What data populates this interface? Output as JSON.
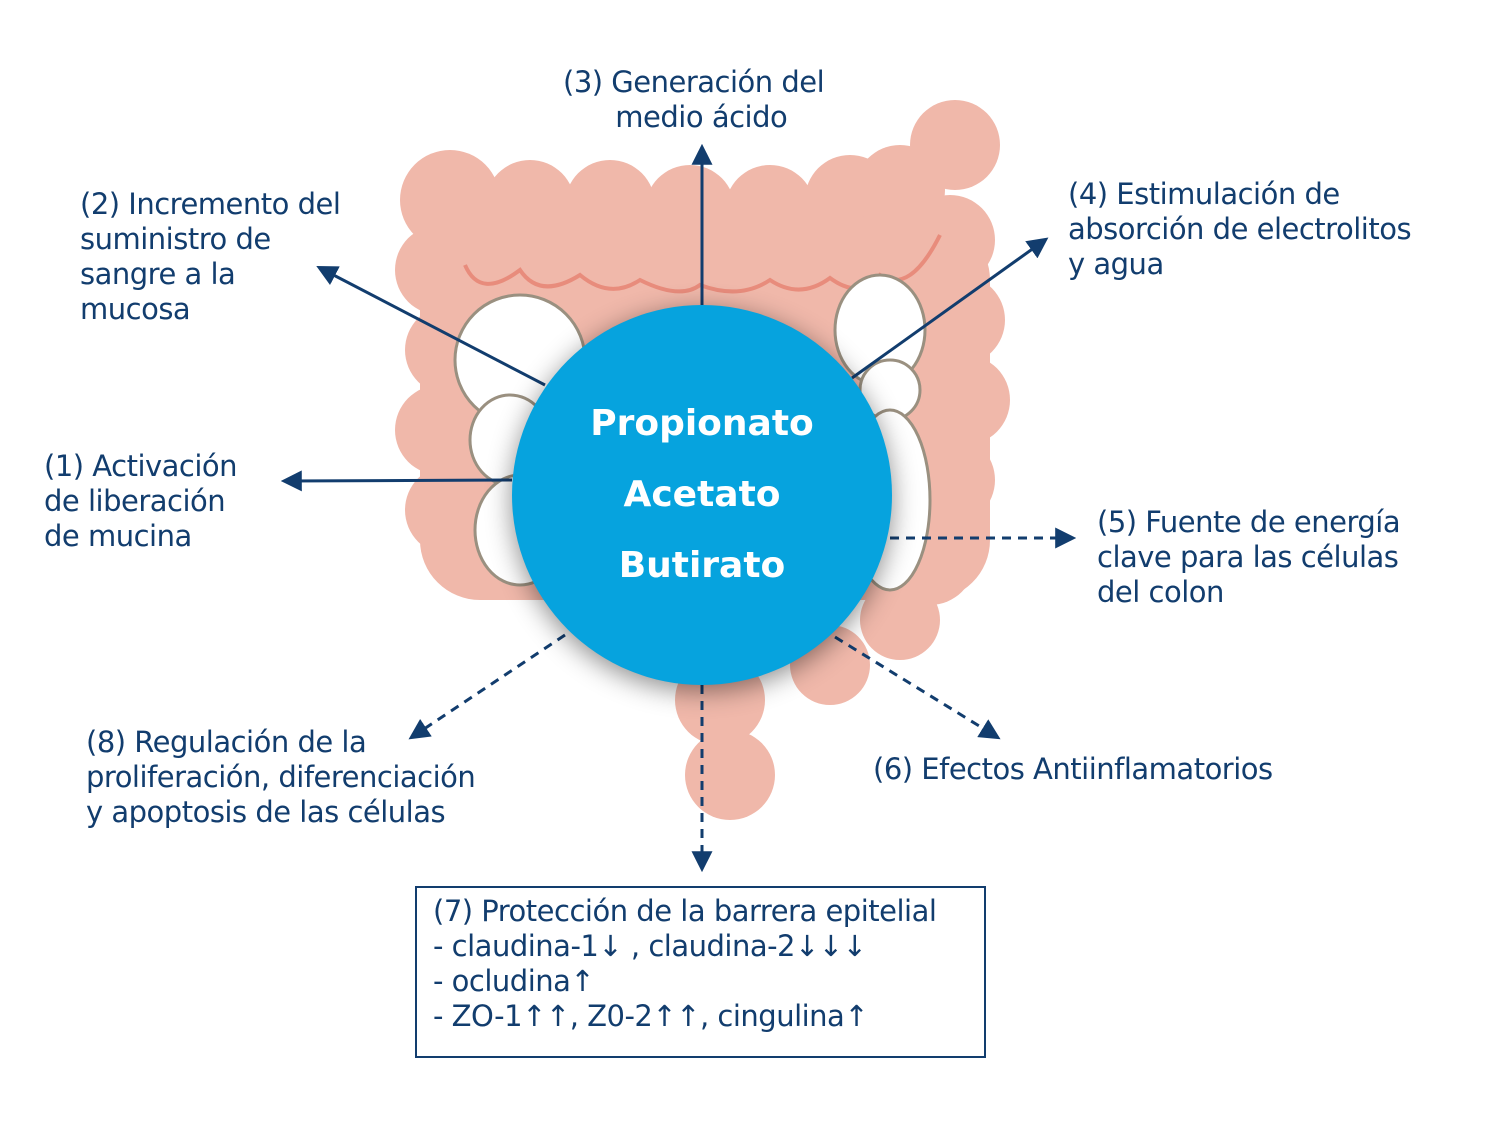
{
  "center": {
    "lines": [
      "Propionato",
      "Acetato",
      "Butirato"
    ]
  },
  "effects": [
    {
      "id": "1",
      "text": "(1) Activación\nde liberación\nde mucina"
    },
    {
      "id": "2",
      "text": "(2) Incremento del\nsuministro de\nsangre a la\nmucosa"
    },
    {
      "id": "3",
      "text": "(3) Generación del\n      medio ácido"
    },
    {
      "id": "4",
      "text": "(4) Estimulación de\nabsorción de electrolitos\ny agua"
    },
    {
      "id": "5",
      "text": "(5) Fuente de energía\nclave para las células\ndel colon"
    },
    {
      "id": "6",
      "text": "(6) Efectos Antiinflamatorios"
    },
    {
      "id": "8",
      "text": "(8) Regulación de la\nproliferación, diferenciación\ny apoptosis de las células"
    }
  ],
  "barrier_box": {
    "title": "(7) Protección de la barrera epitelial",
    "items": [
      "- claudina-1↓ , claudina-2↓↓↓",
      "- ocludina↑",
      "- ZO-1↑↑, Z0-2↑↑, cingulina↑"
    ]
  },
  "colors": {
    "text": "#123d6e",
    "circle": "#06a3de",
    "colon": "#f0b8aa"
  }
}
